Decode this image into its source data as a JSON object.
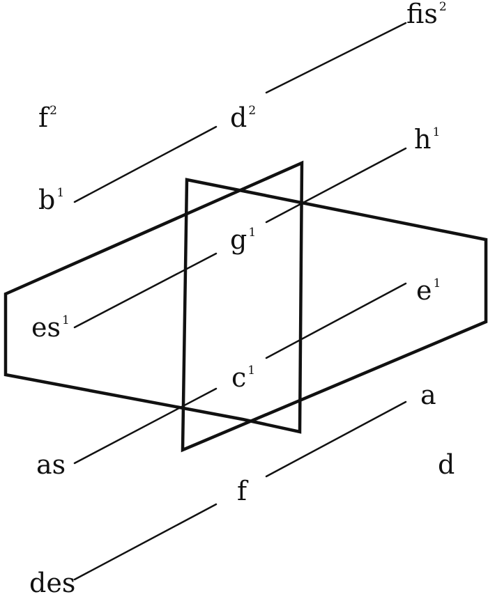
{
  "colors": {
    "ink": "#111111",
    "background": "#ffffff"
  },
  "notes": [
    {
      "id": "fis2",
      "name": "fis",
      "octave": "2"
    },
    {
      "id": "f2",
      "name": "f",
      "octave": "2"
    },
    {
      "id": "d2",
      "name": "d",
      "octave": "2"
    },
    {
      "id": "h1",
      "name": "h",
      "octave": "1"
    },
    {
      "id": "b1",
      "name": "b",
      "octave": "1"
    },
    {
      "id": "g1",
      "name": "g",
      "octave": "1"
    },
    {
      "id": "e1",
      "name": "e",
      "octave": "1"
    },
    {
      "id": "es1",
      "name": "es",
      "octave": "1"
    },
    {
      "id": "c1",
      "name": "c",
      "octave": "1"
    },
    {
      "id": "a",
      "name": "a",
      "octave": ""
    },
    {
      "id": "as",
      "name": "as",
      "octave": ""
    },
    {
      "id": "d",
      "name": "d",
      "octave": ""
    },
    {
      "id": "f",
      "name": "f",
      "octave": ""
    },
    {
      "id": "des",
      "name": "des",
      "octave": ""
    }
  ]
}
